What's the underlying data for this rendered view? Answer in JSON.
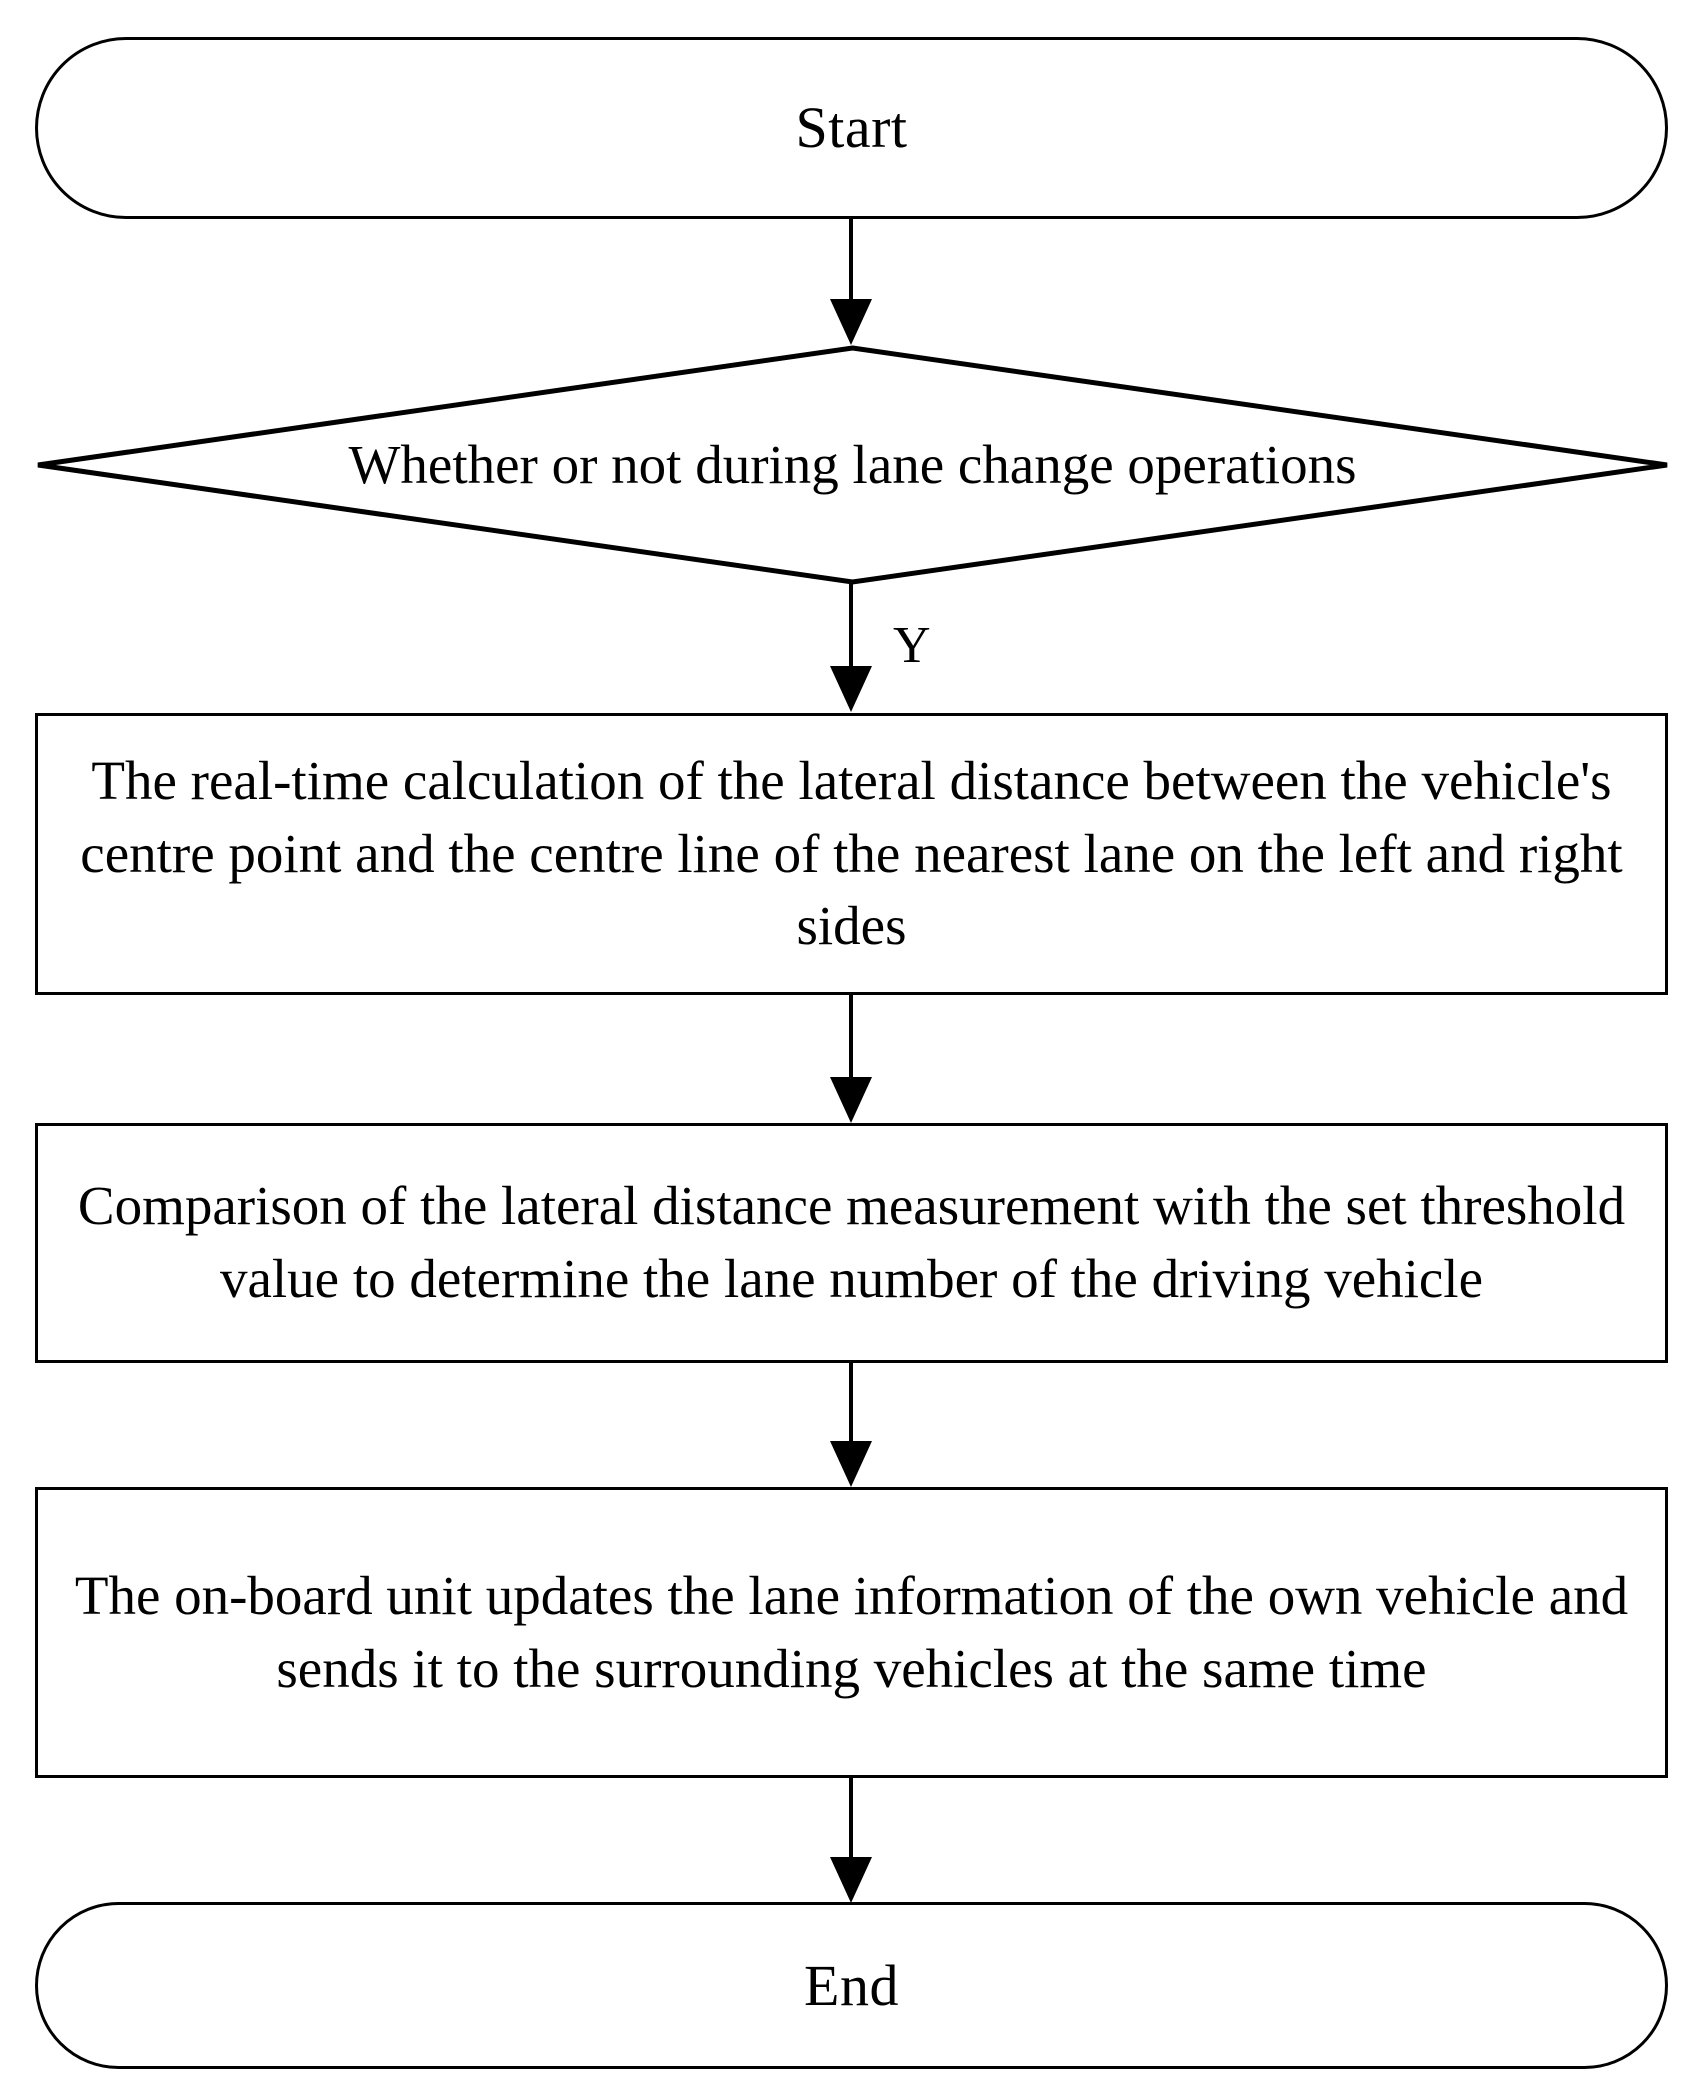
{
  "diagram": {
    "type": "flowchart",
    "orientation": "top-to-bottom",
    "background_color": "#ffffff",
    "stroke_color": "#000000",
    "text_color": "#000000",
    "nodes": [
      {
        "id": "start",
        "shape": "terminator",
        "label": "Start"
      },
      {
        "id": "decision-lane-change",
        "shape": "decision",
        "label": "Whether or not during lane change operations"
      },
      {
        "id": "process-lateral-distance",
        "shape": "process",
        "label": "The real-time calculation of the lateral distance between the vehicle's centre point and the centre line of the nearest lane on the left and right sides"
      },
      {
        "id": "process-compare-threshold",
        "shape": "process",
        "label": "Comparison of the lateral distance measurement with the set threshold value to determine the lane number of the driving vehicle"
      },
      {
        "id": "process-update-obu",
        "shape": "process",
        "label": "The on-board unit updates the lane information of the own vehicle and sends it to the surrounding vehicles at the same time"
      },
      {
        "id": "end",
        "shape": "terminator",
        "label": "End"
      }
    ],
    "edges": [
      {
        "from": "start",
        "to": "decision-lane-change",
        "label": ""
      },
      {
        "from": "decision-lane-change",
        "to": "process-lateral-distance",
        "label": "Y"
      },
      {
        "from": "process-lateral-distance",
        "to": "process-compare-threshold",
        "label": ""
      },
      {
        "from": "process-compare-threshold",
        "to": "process-update-obu",
        "label": ""
      },
      {
        "from": "process-update-obu",
        "to": "end",
        "label": ""
      }
    ]
  }
}
